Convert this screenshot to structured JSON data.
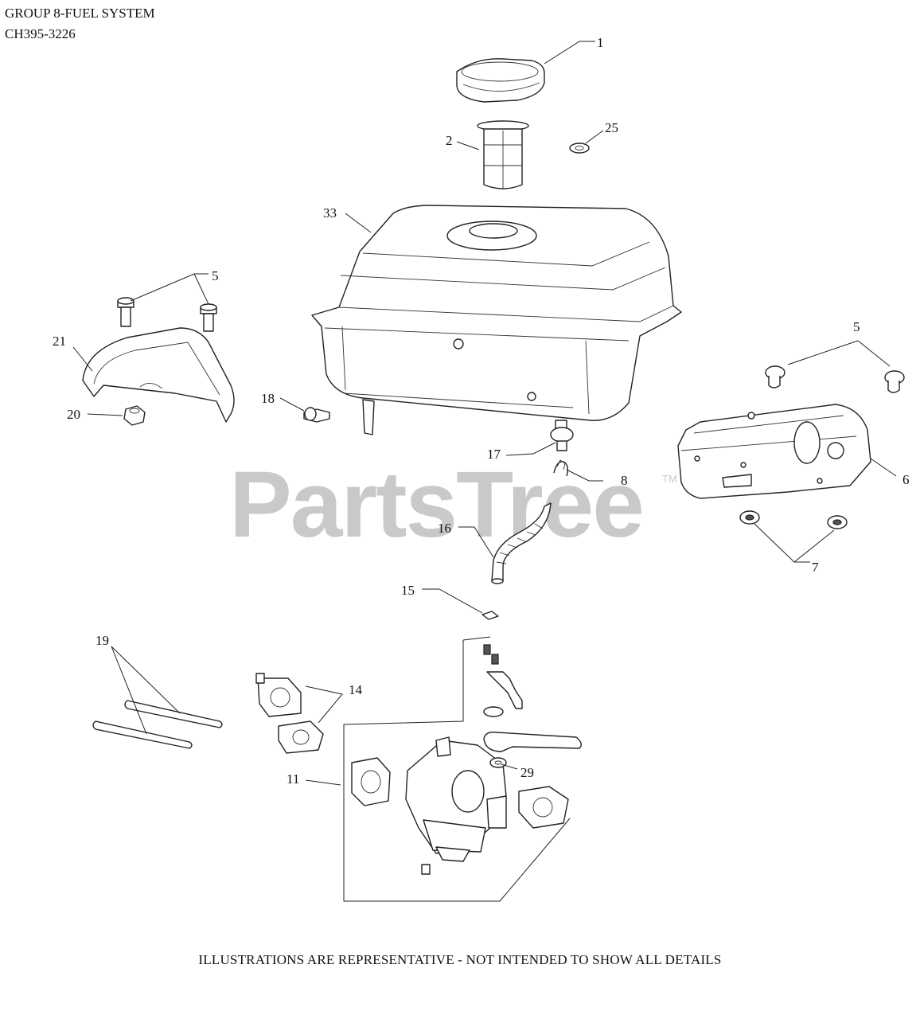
{
  "header": {
    "line1": "GROUP 8-FUEL SYSTEM",
    "line2": "CH395-3226"
  },
  "watermark": {
    "text": "PartsTree",
    "tm": "TM"
  },
  "footer": {
    "text": "ILLUSTRATIONS ARE REPRESENTATIVE - NOT INTENDED TO SHOW ALL DETAILS"
  },
  "callouts": {
    "c1": "1",
    "c2": "2",
    "c25": "25",
    "c33": "33",
    "c5a": "5",
    "c5b": "5",
    "c21": "21",
    "c20": "20",
    "c18": "18",
    "c17": "17",
    "c8": "8",
    "c6": "6",
    "c16": "16",
    "c7": "7",
    "c15": "15",
    "c19": "19",
    "c14": "14",
    "c11": "11",
    "c29": "29"
  }
}
